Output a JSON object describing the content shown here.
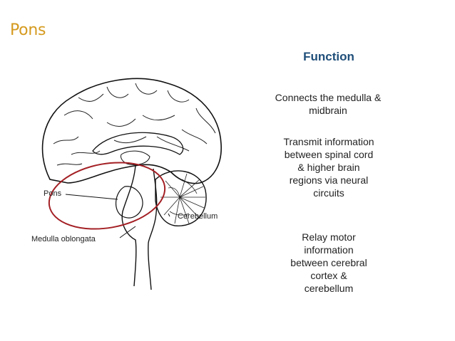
{
  "slide": {
    "title": "Pons",
    "function_heading": "Function",
    "functions": [
      {
        "lines": [
          "Connects the medulla &",
          "midbrain"
        ]
      },
      {
        "lines": [
          "Transmit information",
          "between spinal cord",
          "& higher brain",
          "regions via neural",
          "circuits"
        ]
      },
      {
        "lines": [
          "Relay motor",
          "information",
          "between cerebral",
          "cortex &",
          "cerebellum"
        ]
      }
    ]
  },
  "diagram": {
    "labels": {
      "pons": "Pons",
      "cerebellum": "Cerebellum",
      "medulla": "Medulla oblongata"
    },
    "highlight_color": "#a31f24"
  },
  "colors": {
    "title": "#d59a1f",
    "heading": "#1f4e79",
    "body_text": "#222222"
  }
}
